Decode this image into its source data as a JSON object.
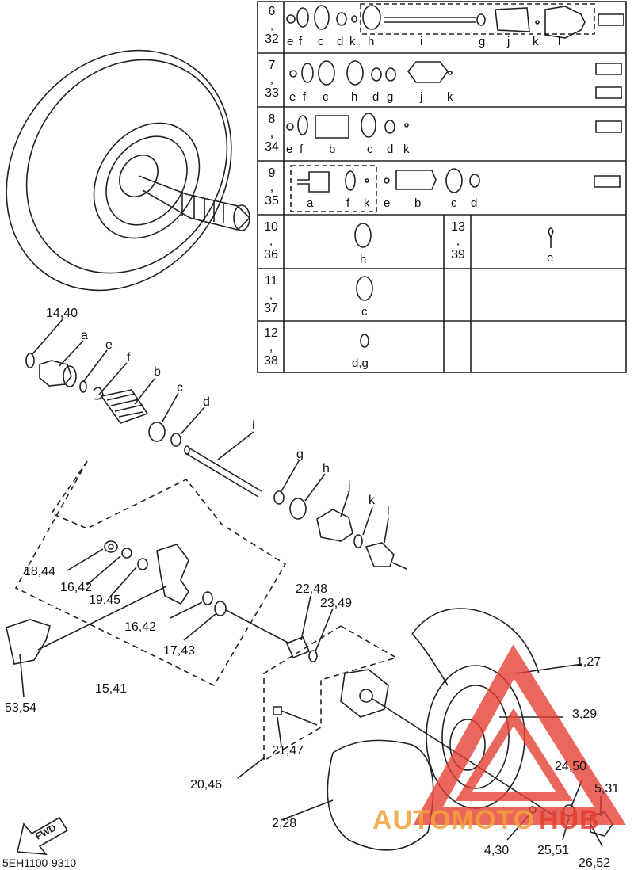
{
  "diagram": {
    "code": "5EH1100-9310",
    "fwd_label": "FWD",
    "watermark": {
      "part1": "AUTOMOTO",
      "part2": "HUB"
    },
    "callouts": {
      "c14_40": "14,40",
      "a": "a",
      "e": "e",
      "f": "f",
      "b": "b",
      "c": "c",
      "d": "d",
      "i": "i",
      "g": "g",
      "h": "h",
      "j": "j",
      "k": "k",
      "l": "l",
      "c18_44": "18,44",
      "c16_42a": "16,42",
      "c19_45": "19,45",
      "c16_42b": "16,42",
      "c17_43": "17,43",
      "c22_48": "22,48",
      "c23_49": "23,49",
      "c15_41": "15,41",
      "c53_54": "53,54",
      "c1_27": "1,27",
      "c3_29": "3,29",
      "c21_47": "21,47",
      "c20_46": "20,46",
      "c24_50": "24,50",
      "c5_31": "5,31",
      "c2_28": "2,28",
      "c4_30": "4,30",
      "c25_51": "25,51",
      "c26_52": "26,52"
    }
  },
  "table": {
    "rows": [
      {
        "no_top": "6",
        "no_mid": ",",
        "no_bot": "32",
        "letters": [
          "e",
          "f",
          "c",
          "d",
          "k",
          "h",
          "i",
          "g",
          "j",
          "k",
          "l"
        ]
      },
      {
        "no_top": "7",
        "no_mid": ",",
        "no_bot": "33",
        "letters": [
          "e",
          "f",
          "c",
          "h",
          "d",
          "g",
          "j",
          "k"
        ]
      },
      {
        "no_top": "8",
        "no_mid": ",",
        "no_bot": "34",
        "letters": [
          "e",
          "f",
          "b",
          "c",
          "d",
          "k"
        ]
      },
      {
        "no_top": "9",
        "no_mid": ",",
        "no_bot": "35",
        "letters": [
          "a",
          "f",
          "k",
          "e",
          "b",
          "c",
          "d"
        ]
      },
      {
        "no_top": "10",
        "no_mid": ",",
        "no_bot": "36",
        "letters": [
          "h"
        ],
        "sub": {
          "no_top": "13",
          "no_mid": ",",
          "no_bot": "39",
          "letter": "e"
        }
      },
      {
        "no_top": "11",
        "no_mid": ",",
        "no_bot": "37",
        "letters": [
          "c"
        ]
      },
      {
        "no_top": "12",
        "no_mid": ",",
        "no_bot": "38",
        "letters": [
          "d,g"
        ]
      }
    ]
  },
  "colors": {
    "line": "#222222",
    "watermark_red": "#e43d2f",
    "watermark_orange": "#f2a23a"
  }
}
